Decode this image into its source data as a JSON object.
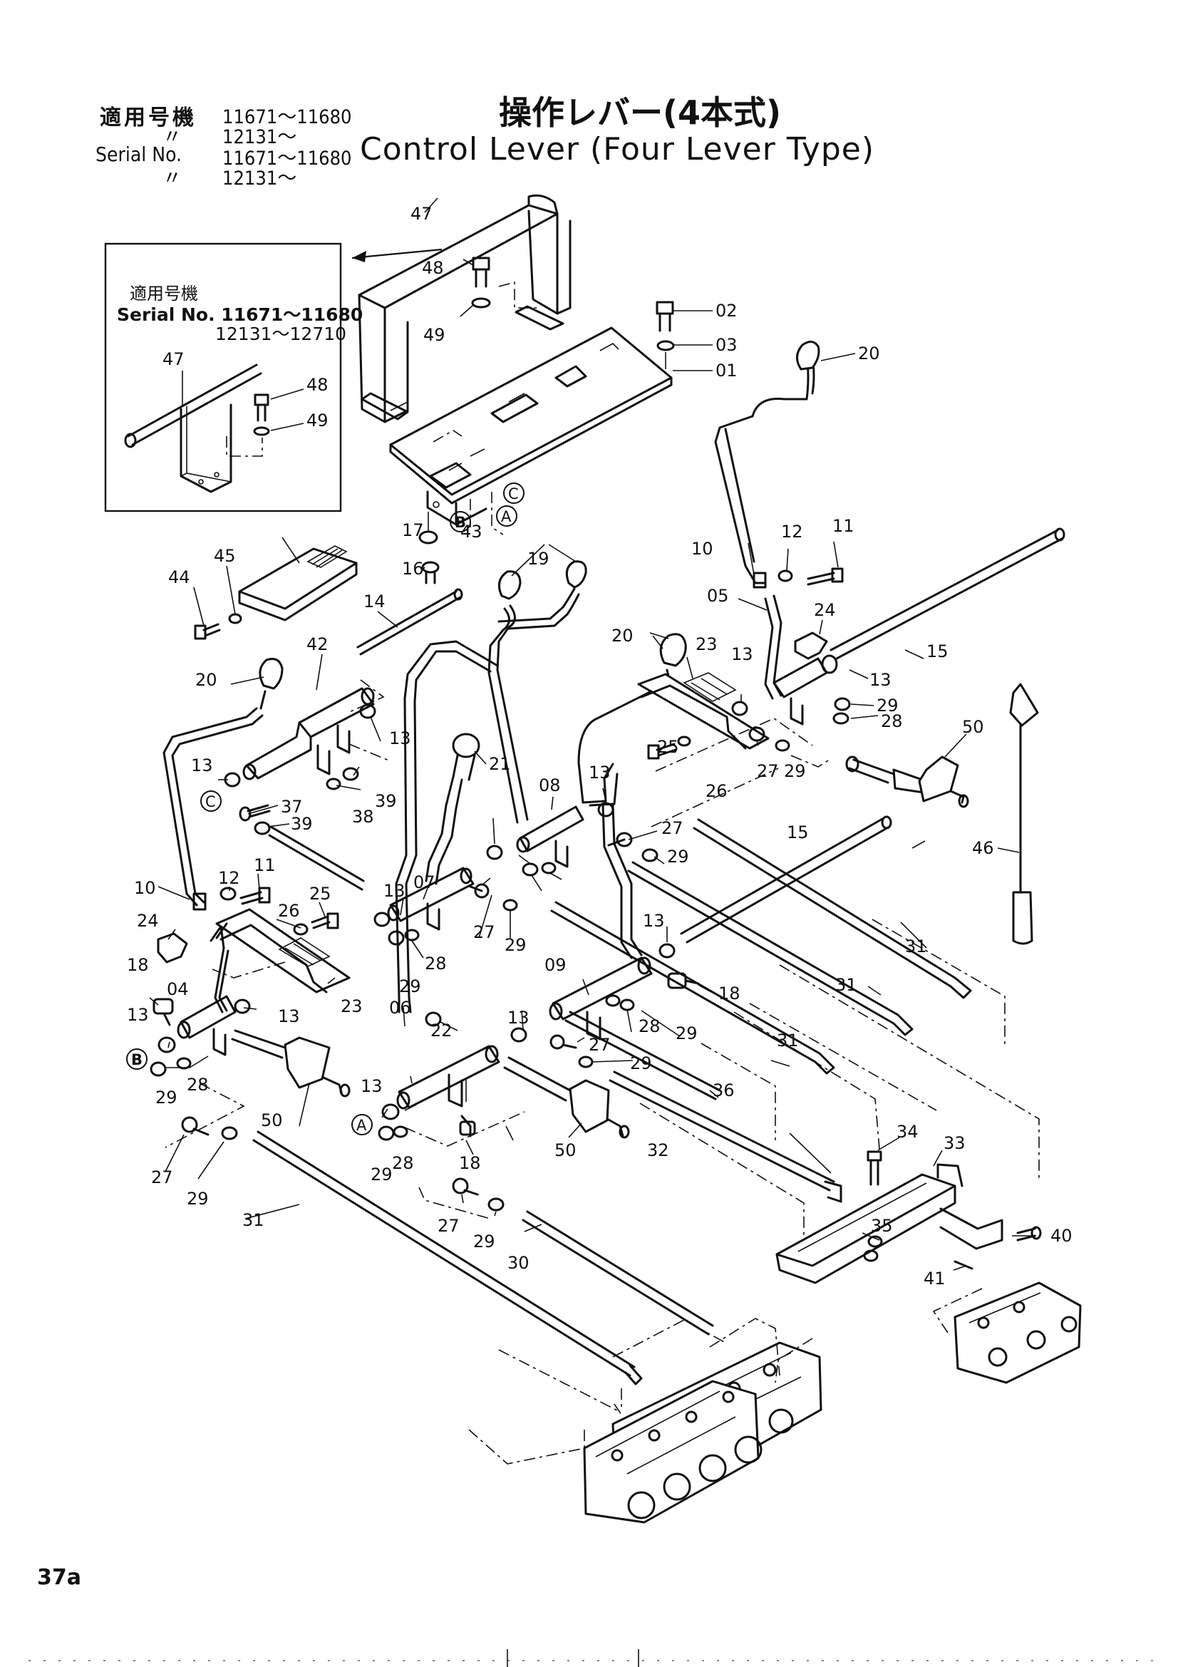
{
  "header": {
    "label_jp": "適用号機",
    "serials_jp": [
      "11671〜11680",
      "12131〜"
    ],
    "ditto": "〃",
    "label_en": "Serial No.",
    "serials_en": [
      "11671〜11680",
      "12131〜"
    ],
    "title_jp": "操作レバー(4本式)",
    "title_en": "Control Lever (Four Lever Type)"
  },
  "inset": {
    "label_jp": "適用号機",
    "serial_line1": "Serial No. 11671〜11680",
    "serial_line2": "12131〜12710",
    "parts": [
      "47",
      "48",
      "49"
    ]
  },
  "callouts": {
    "c01": "01",
    "c02": "02",
    "c03": "03",
    "c04": "04",
    "c05": "05",
    "c06": "06",
    "c07": "07",
    "c08": "08",
    "c09": "09",
    "c10": "10",
    "c11": "11",
    "c12": "12",
    "c13": "13",
    "c14": "14",
    "c15": "15",
    "c16": "16",
    "c17": "17",
    "c18": "18",
    "c19": "19",
    "c20": "20",
    "c21": "21",
    "c22": "22",
    "c23": "23",
    "c24": "24",
    "c25": "25",
    "c26": "26",
    "c27": "27",
    "c28": "28",
    "c29": "29",
    "c30": "30",
    "c31": "31",
    "c32": "32",
    "c33": "33",
    "c34": "34",
    "c35": "35",
    "c36": "36",
    "c37": "37",
    "c38": "38",
    "c39": "39",
    "c40": "40",
    "c41": "41",
    "c42": "42",
    "c43": "43",
    "c44": "44",
    "c45": "45",
    "c46": "46",
    "c47": "47",
    "c48": "48",
    "c49": "49",
    "c50": "50"
  },
  "ref_marks": {
    "a": "A",
    "b": "B",
    "c": "C"
  },
  "page_number": "37a"
}
